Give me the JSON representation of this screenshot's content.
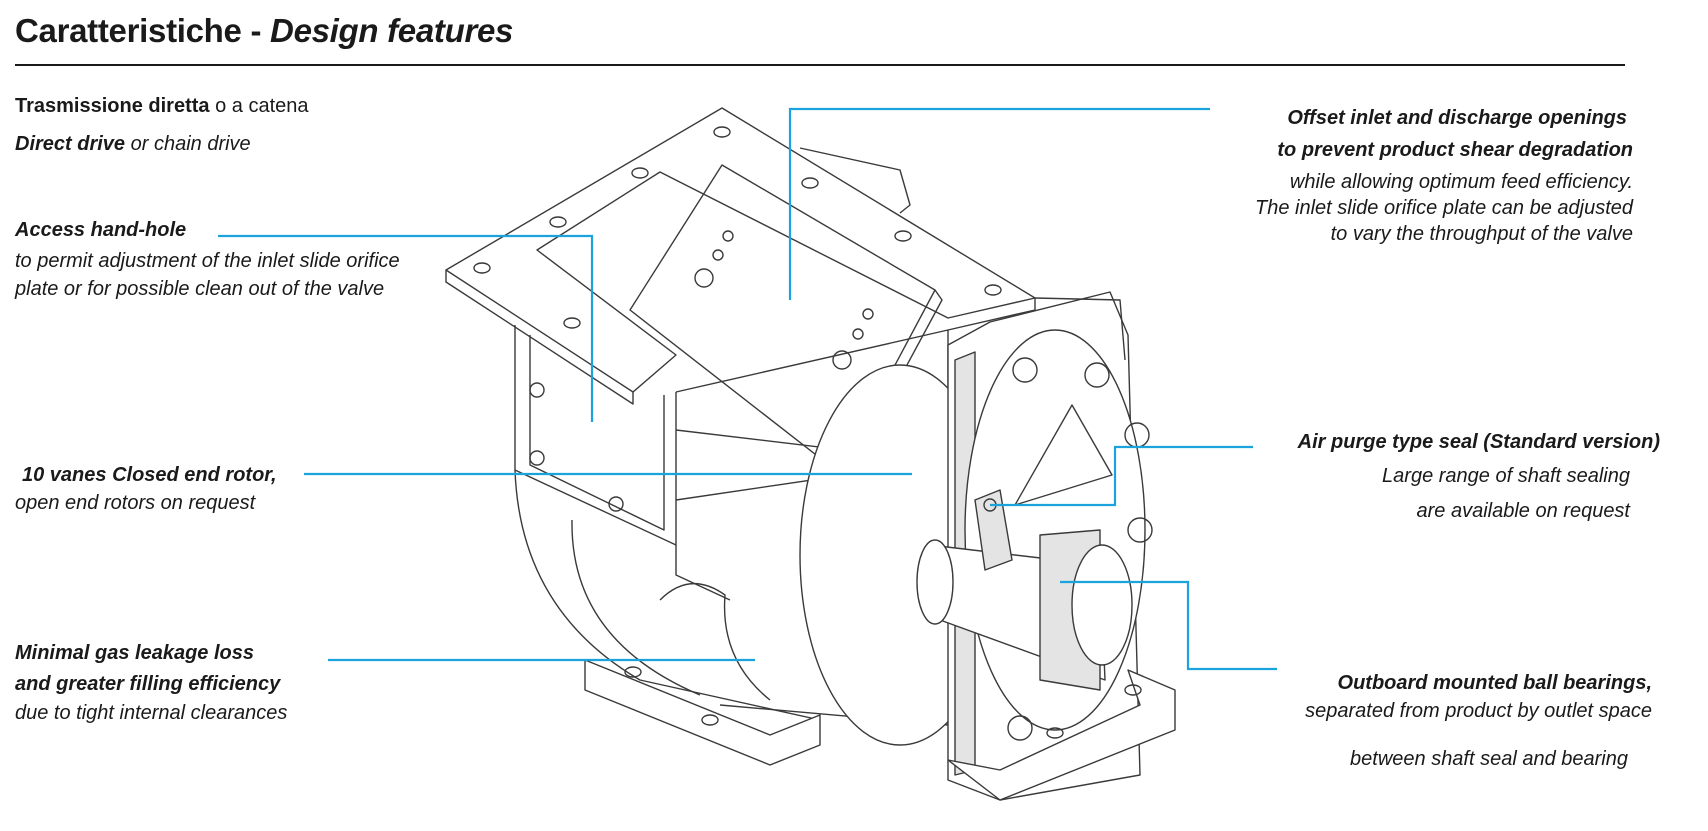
{
  "header": {
    "title_plain": "Caratteristiche - ",
    "title_italic": "Design features"
  },
  "annotations": {
    "drive": {
      "line1_bold": "Trasmissione diretta",
      "line1_rest": " o a catena",
      "line2_bold": "Direct drive",
      "line2_rest": " or chain drive"
    },
    "handhole": {
      "title": "Access hand-hole",
      "line1": "to permit adjustment of the inlet slide orifice",
      "line2": "plate or for possible clean out of the valve"
    },
    "rotor": {
      "title": "10 vanes Closed end rotor,",
      "line1": "open end rotors on request"
    },
    "leakage": {
      "title1": "Minimal gas leakage loss",
      "title2": "and greater filling efficiency",
      "line1": "due to tight internal clearances"
    },
    "offset": {
      "title1": "Offset inlet and discharge openings",
      "title2": "to prevent product shear degradation",
      "line1": "while allowing optimum feed efficiency.",
      "line2": "The inlet slide orifice plate can be adjusted",
      "line3": "to vary the throughput of the valve"
    },
    "seal": {
      "title": "Air purge type seal (Standard version)",
      "line1": "Large range of shaft sealing",
      "line2": "are available on request"
    },
    "bearings": {
      "title": "Outboard mounted ball bearings,",
      "line1": "separated from product by outlet space",
      "line2": "between shaft seal and bearing"
    }
  },
  "colors": {
    "leader": "#1aa3dc",
    "outline": "#3a3a3a",
    "shade": "#e4e4e4"
  },
  "icons": {
    "diagram": "rotary-valve-drawing"
  }
}
